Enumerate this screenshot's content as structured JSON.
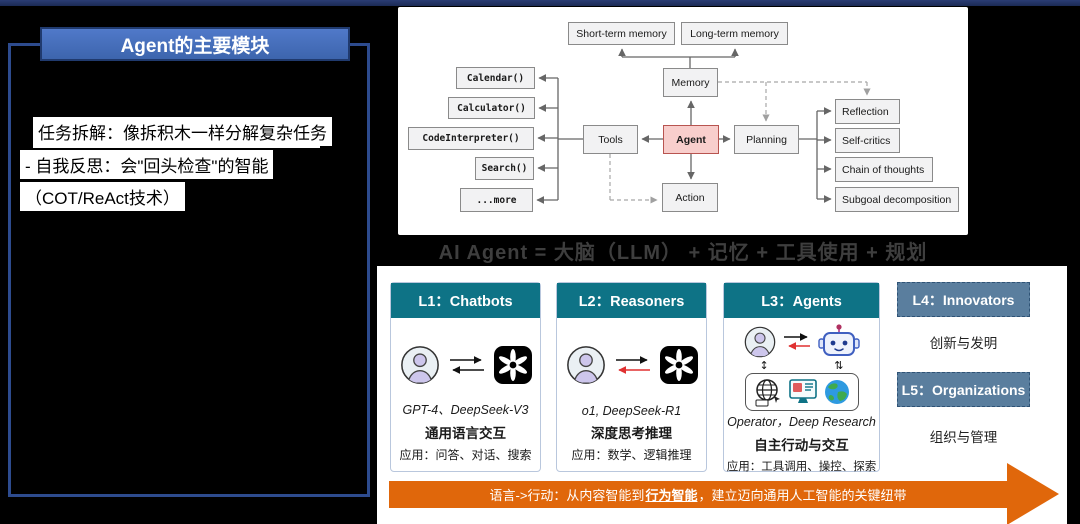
{
  "left_panel": {
    "title": "Agent的主要模块",
    "captions": [
      "任务拆解：像拆积木一样分解复杂任务",
      "- 自我反思：会\"回头检查\"的智能",
      "（COT/ReAct技术）"
    ]
  },
  "diagram": {
    "memory_types": [
      "Short-term memory",
      "Long-term memory"
    ],
    "functions": [
      "Calendar()",
      "Calculator()",
      "CodeInterpreter()",
      "Search()",
      "...more"
    ],
    "nodes": {
      "tools": "Tools",
      "agent": "Agent",
      "memory": "Memory",
      "action": "Action",
      "planning": "Planning"
    },
    "planning_children": [
      "Reflection",
      "Self-critics",
      "Chain of thoughts",
      "Subgoal decomposition"
    ]
  },
  "equation": "AI Agent = 大脑（LLM） + 记忆 + 工具使用 + 规划",
  "levels": {
    "cards": [
      {
        "header": "L1：Chatbots",
        "models": "GPT-4、DeepSeek-V3",
        "capability": "通用语言交互",
        "applications": "应用：问答、对话、搜索"
      },
      {
        "header": "L2：Reasoners",
        "models": "o1, DeepSeek-R1",
        "capability": "深度思考推理",
        "applications": "应用：数学、逻辑推理"
      },
      {
        "header": "L3：Agents",
        "models": "Operator，Deep Research",
        "capability": "自主行动与交互",
        "applications": "应用：工具调用、操控、探索"
      }
    ],
    "future_cards": [
      {
        "header": "L4：Innovators",
        "body": "创新与发明"
      },
      {
        "header": "L5：Organizations",
        "body": "组织与管理"
      }
    ]
  },
  "arrow_banner": {
    "prefix": "语言->行动：从内容智能到",
    "emphasis": "行为智能",
    "suffix": "，建立迈向通用人工智能的关键纽带"
  },
  "icons": {
    "user_updown_glyph": "↕",
    "robot_updown_glyph": "⇅"
  },
  "colors": {
    "teal_header": "#0e7386",
    "slate_header": "#5a7e9e",
    "banner_orange": "#e0670b",
    "agent_pink": "#f8cecc",
    "title_blue": "#4472c4",
    "panel_border_blue": "#2d4b8e",
    "red_arrow": "#e03131"
  }
}
